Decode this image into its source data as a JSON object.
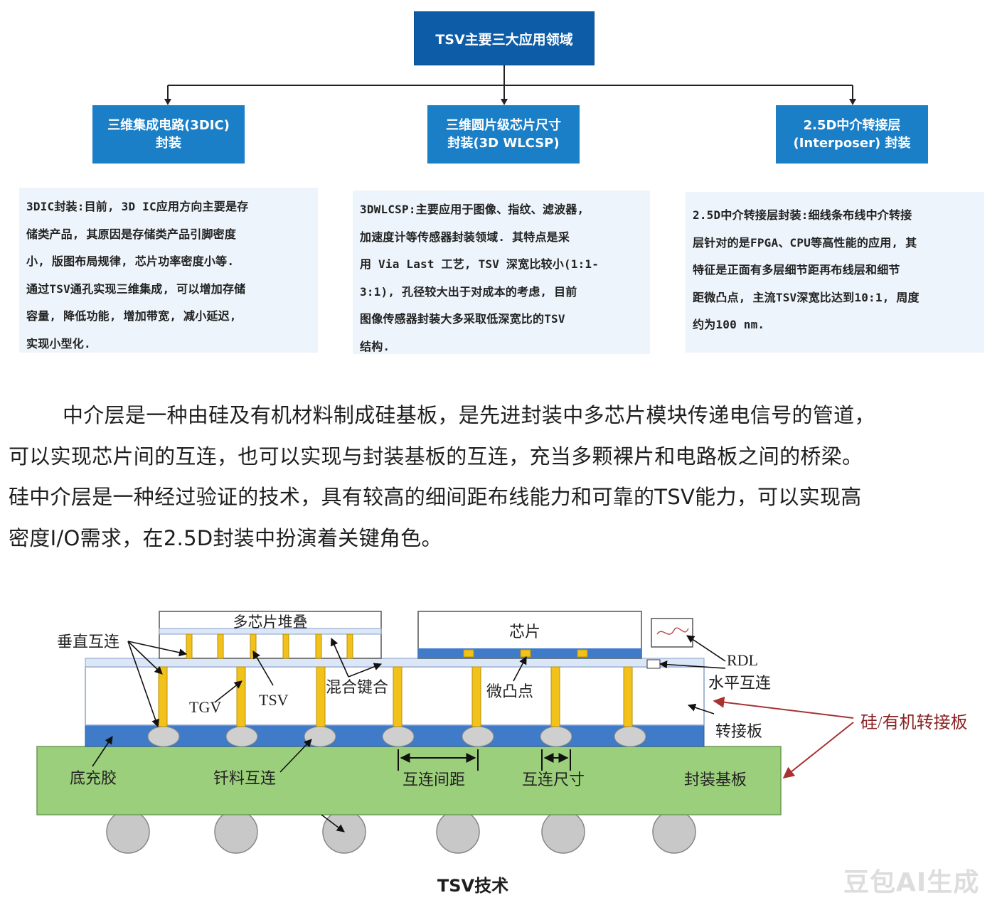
{
  "tree": {
    "root": "TSV主要三大应用领域",
    "branches": [
      {
        "line1": "三维集成电路(3DIC)",
        "line2": "封装"
      },
      {
        "line1": "三维圆片级芯片尺寸",
        "line2": "封装(3D WLCSP)"
      },
      {
        "line1": "2.5D中介转接层",
        "line2": "(Interposer) 封装"
      }
    ],
    "descriptions": [
      [
        "3DIC封装:目前, 3D IC应用方向主要是存",
        "储类产品, 其原因是存储类产品引脚密度",
        "小, 版图布局规律, 芯片功率密度小等.",
        "通过TSV通孔实现三维集成, 可以增加存储",
        "容量, 降低功能, 增加带宽, 减小延迟,",
        "实现小型化."
      ],
      [
        "3DWLCSP:主要应用于图像、指纹、滤波器,",
        "加速度计等传感器封装领域. 其特点是采",
        "用 Via Last 工艺, TSV 深宽比较小(1:1-",
        "3:1), 孔径较大出于对成本的考虑, 目前",
        "图像传感器封装大多采取低深宽比的TSV",
        "结构."
      ],
      [
        "2.5D中介转接层封装:细线条布线中介转接",
        "层针对的是FPGA、CPU等高性能的应用, 其",
        "特征是正面有多层细节距再布线层和细节",
        "距微凸点, 主流TSV深宽比达到10:1, 周度",
        "约为100 nm."
      ]
    ]
  },
  "paragraph": [
    "中介层是一种由硅及有机材料制成硅基板，是先进封装中多芯片模块传递电信号的管道，",
    "可以实现芯片间的互连，也可以实现与封装基板的互连，充当多颗裸片和电路板之间的桥梁。",
    "硅中介层是一种经过验证的技术，具有较高的细间距布线能力和可靠的TSV能力，可以实现高",
    "密度I/O需求，在2.5D封装中扮演着关键角色。"
  ],
  "diagram": {
    "labels": {
      "stack": "多芯片堆叠",
      "chip": "芯片",
      "vertical": "垂直互连",
      "tgv": "TGV",
      "tsv": "TSV",
      "hybrid": "混合键合",
      "microbump": "微凸点",
      "rdl": "RDL",
      "horizontal": "水平互连",
      "interposer_board": "转接板",
      "si_organic": "硅/有机转接板",
      "underfill": "底充胶",
      "solder": "钎料互连",
      "pitch": "互连间距",
      "size": "互连尺寸",
      "substrate": "封装基板"
    },
    "colors": {
      "substrate": "#9ccf7c",
      "interposer": "#ffffff",
      "redistribution": "#3f7bc8",
      "via": "#f2c21a",
      "ball": "#c8c8c8",
      "arrow_red": "#a83232"
    }
  },
  "caption": "TSV技术",
  "watermark": "豆包AI生成"
}
